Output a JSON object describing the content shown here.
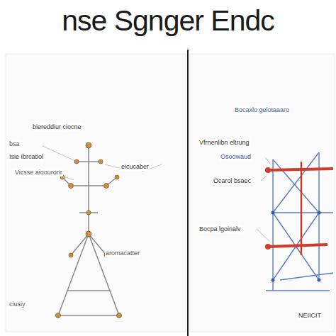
{
  "diagram": {
    "title": "nse Sgnger Endc",
    "labels": [
      "biereddiur ciocne",
      "bsa",
      "Isie Ibrcatiol",
      "Vicsse aioouronr",
      "eicucaber",
      "aromacatter",
      "ciusiy",
      "Bocaxlo gelotaaaro",
      "Vfrnenlibn eltrung",
      "Osoowaud",
      "Ocarol bsaec",
      "Bocpa lgoinalv",
      "NEIICIT"
    ]
  }
}
